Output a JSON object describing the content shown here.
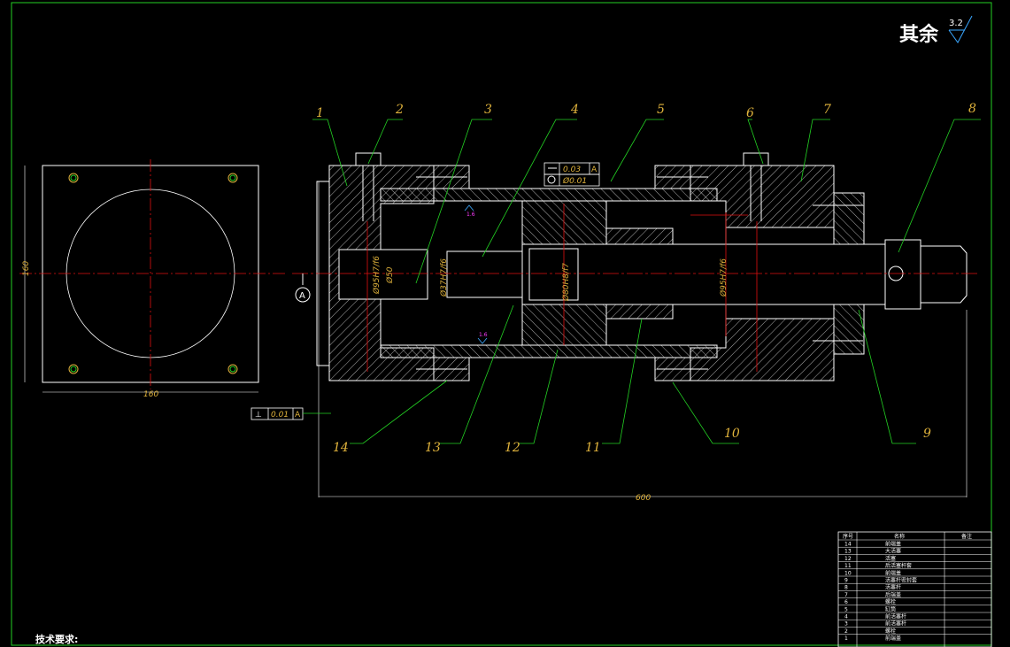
{
  "roughness": {
    "text": "其余",
    "value": "3.2"
  },
  "part_labels": [
    "1",
    "2",
    "3",
    "4",
    "5",
    "6",
    "7",
    "8",
    "9",
    "10",
    "11",
    "12",
    "13",
    "14"
  ],
  "dimensions": {
    "side_width": "160",
    "side_height": "160",
    "overall_length": "600",
    "bore_left": "Ø95H7/f6",
    "bore_small": "Ø50",
    "bore_mid": "Ø37H7/f6",
    "bore_piston": "Ø80H8/f7",
    "bore_right": "Ø95H7/f6"
  },
  "datum_label": "A",
  "tolerances": {
    "straightness": "0.03",
    "roundness": "Ø0.01",
    "perpendicular": "0.01",
    "datum": "A"
  },
  "surface_marks": [
    "1.6",
    "1.6"
  ],
  "title_block": {
    "headers": [
      "序号",
      "名称",
      "备注"
    ],
    "rows": [
      [
        "14",
        "前端盖"
      ],
      [
        "13",
        "大活塞"
      ],
      [
        "12",
        "活塞"
      ],
      [
        "11",
        "后活塞杆套"
      ],
      [
        "10",
        "前端盖"
      ],
      [
        "9",
        "活塞杆密封套"
      ],
      [
        "8",
        "活塞杆"
      ],
      [
        "7",
        "后端盖"
      ],
      [
        "6",
        "螺栓"
      ],
      [
        "5",
        "缸筒"
      ],
      [
        "4",
        "前活塞杆"
      ],
      [
        "3",
        "前活塞杆"
      ],
      [
        "2",
        "螺栓"
      ],
      [
        "1",
        "前端盖"
      ]
    ]
  },
  "tech_note": "技术要求:",
  "colors": {
    "frame": "#23d123",
    "line": "#ffffff",
    "center": "#e01010",
    "label": "#e0b33c",
    "hatch": "#ffffff"
  }
}
